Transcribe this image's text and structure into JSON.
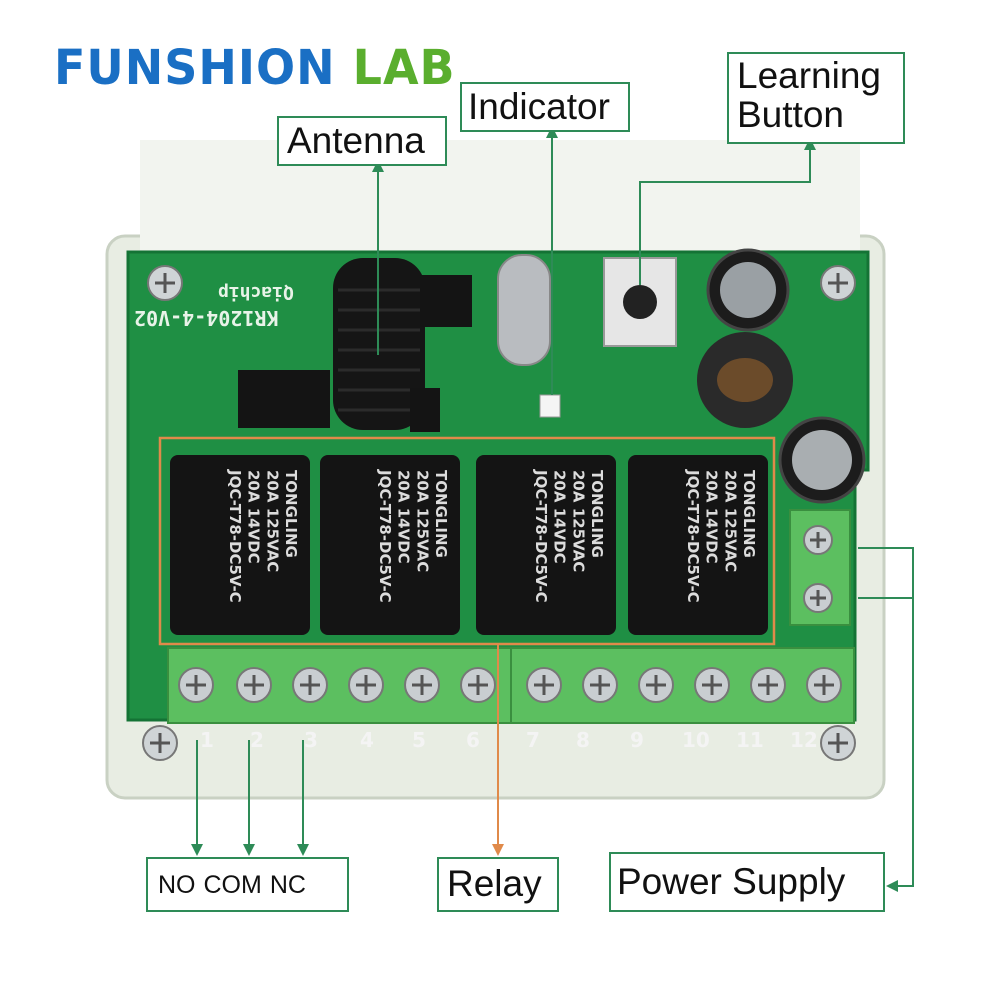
{
  "brand": {
    "part1": "FUNSHION",
    "part2": "LAB",
    "color_blue": "#1a6fc4",
    "color_green": "#5aae2e"
  },
  "callouts": {
    "antenna": "Antenna",
    "indicator": "Indicator",
    "learning_line1": "Learning",
    "learning_line2": "Button",
    "terminals": {
      "no": "NO",
      "com": "COM",
      "nc": "NC"
    },
    "relay": "Relay",
    "power": "Power Supply"
  },
  "board": {
    "model": "KR1204-4-V02",
    "maker": "Qiachip",
    "pcb_color": "#1f8f44",
    "relay_brand": "TONGLING",
    "relay_specs": [
      "20A 125VAC",
      "20A 14VDC"
    ],
    "relay_part": "JQC-T78-DC5V-C",
    "pin_groups": [
      "1",
      "2",
      "3",
      "4",
      "5",
      "6",
      "7",
      "8",
      "9",
      "10",
      "11",
      "12"
    ]
  },
  "colors": {
    "callout_border": "#2e8b57",
    "relay_box": "#e08a4a",
    "leader_line": "#2e8b57",
    "relay_leader": "#e08a4a"
  }
}
